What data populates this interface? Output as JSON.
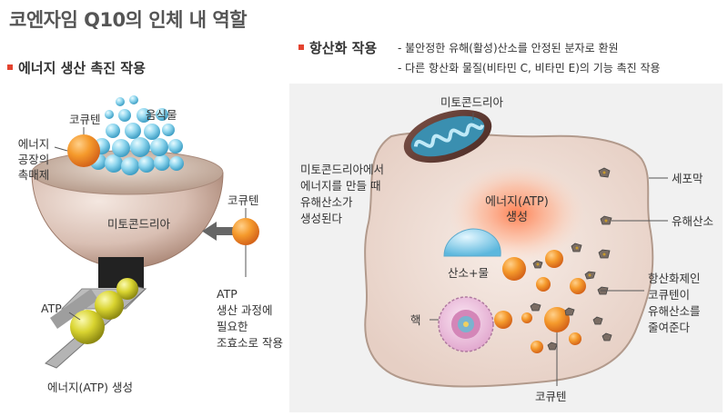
{
  "title": "코엔자임 Q10의 인체 내 역할",
  "left": {
    "heading": "에너지 생산 촉진 작용",
    "food_label": "음식물",
    "coq10_label": "코큐텐",
    "catalyst_lines": [
      "에너지",
      "공장의",
      "촉매제"
    ],
    "mito_label": "미토콘드리아",
    "coq10_right_label": "코큐텐",
    "atp_label": "ATP",
    "cofactor_lines": [
      "ATP",
      "생산 과정에",
      "필요한",
      "조효소로 작용"
    ],
    "energy_label": "에너지(ATP) 생성"
  },
  "right": {
    "heading": "항산화 작용",
    "notes": [
      "- 불안정한 유해(활성)산소를 안정된 분자로 환원",
      "- 다른 항산화 물질(비타민 C, 비타민 E)의 기능 촉진 작용"
    ],
    "mito_label": "미토콘드리아",
    "free_radical_lines": [
      "미토콘드리아에서",
      "에너지를 만들 때",
      "유해산소가",
      "생성된다"
    ],
    "atp_lines": [
      "에너지(ATP)",
      "생성"
    ],
    "membrane_label": "세포막",
    "radical_label": "유해산소",
    "water_label": "산소+물",
    "antioxidant_lines": [
      "항산화제인",
      "코큐텐이",
      "유해산소를",
      "줄여준다"
    ],
    "nucleus_label": "핵",
    "coq10_label": "코큐텐"
  },
  "colors": {
    "accent": "#e4432f",
    "coq10_orange": "#f08a24",
    "atp_yellow": "#c8c21a",
    "water_blue": "#7ec9e6",
    "mito_teal": "#3a8fb0"
  }
}
